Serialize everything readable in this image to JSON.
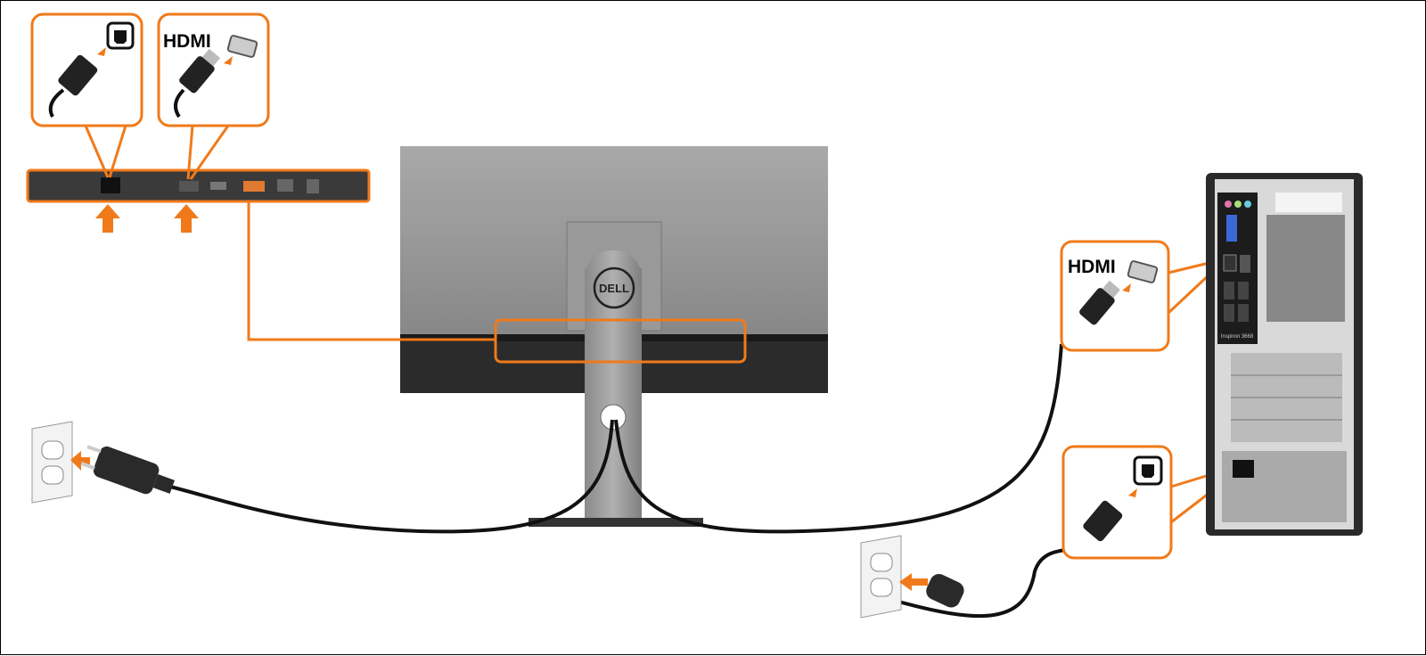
{
  "labels": {
    "monitor_hdmi": "HDMI",
    "pc_hdmi": "HDMI"
  },
  "logos": {
    "monitor_brand": "DELL",
    "pc_model": "Inspiron 3668"
  },
  "icons": [
    "power-port-icon",
    "hdmi-port-icon",
    "up-arrow-icon",
    "wall-outlet-icon",
    "power-plug-icon",
    "hdmi-plug-icon"
  ],
  "colors": {
    "accent": "#f07a1a",
    "cable": "#111111",
    "monitor": "#8c8c8c"
  }
}
